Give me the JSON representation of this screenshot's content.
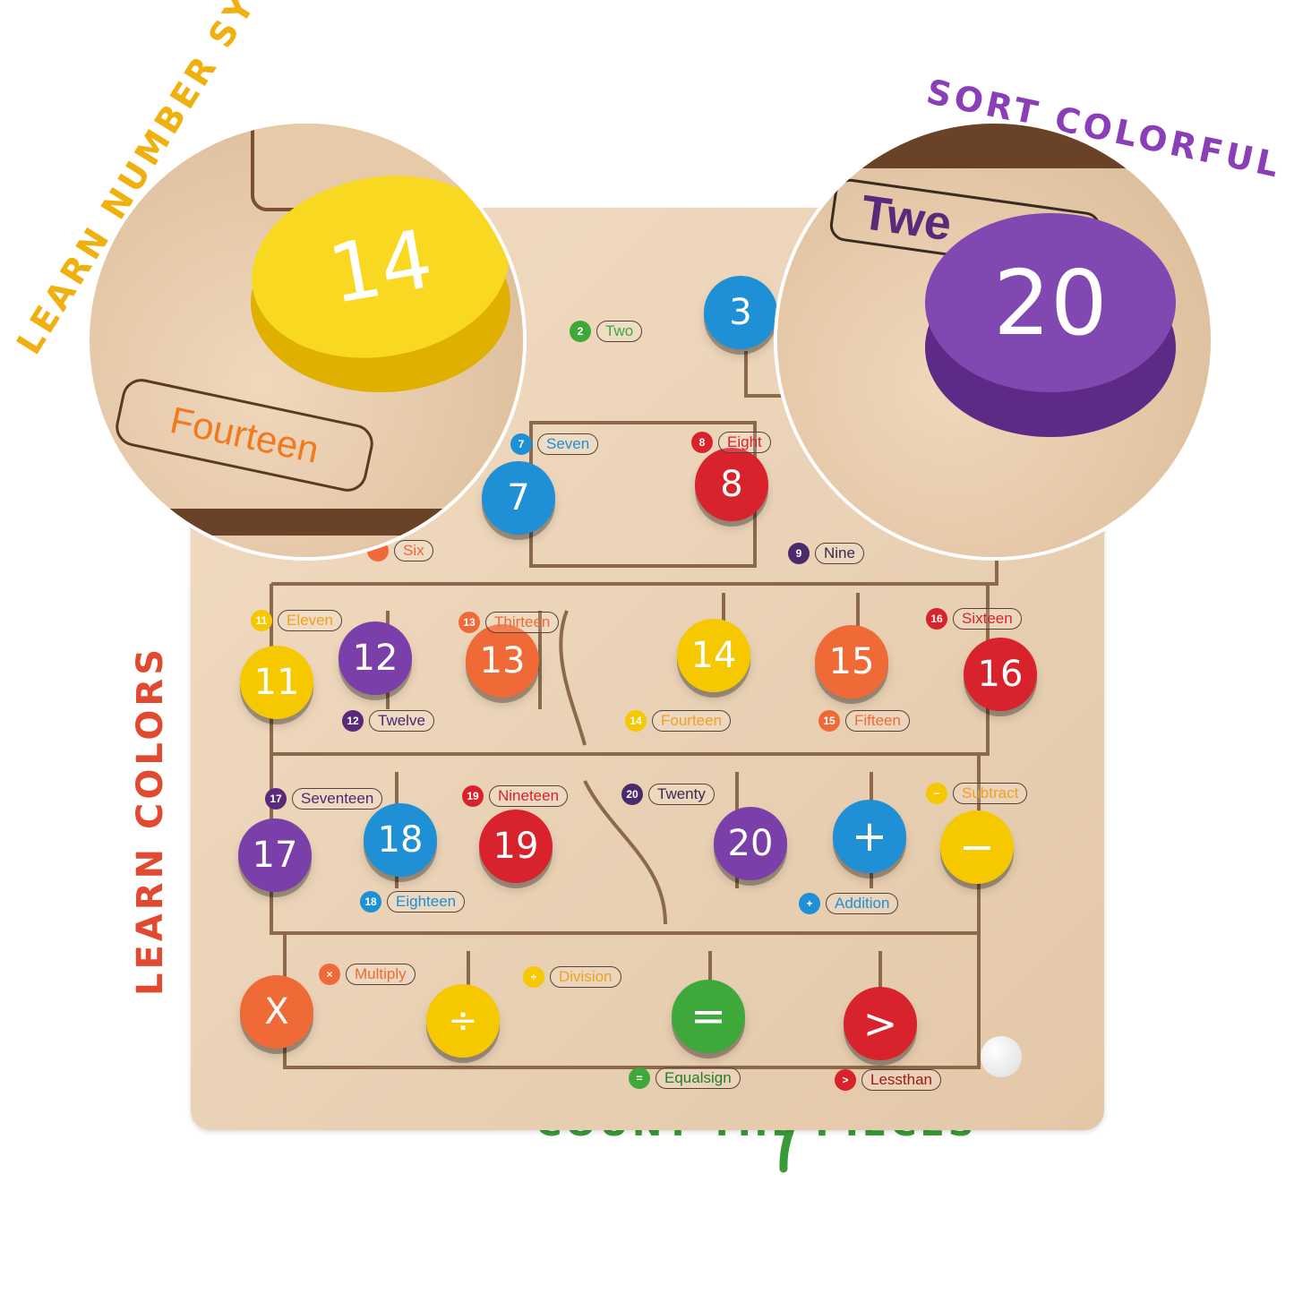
{
  "callouts": {
    "top_left": "Learn number symbols",
    "top_right": "Sort colorful rings",
    "left": "Learn colors",
    "bottom": "Count the pieces"
  },
  "colors": {
    "yellow": "#f5c800",
    "purple": "#7a3fa8",
    "blue": "#1f8fd6",
    "red": "#d8222c",
    "orange": "#f06a38",
    "green": "#3ea83a",
    "callout_yellow": "#f0b010",
    "callout_purple": "#8a3fb8",
    "callout_red": "#e04a30",
    "callout_green": "#3a9a38"
  },
  "zoom_left": {
    "number": "14",
    "word": "Fourteen"
  },
  "zoom_right": {
    "number": "20",
    "word": "Twe"
  },
  "discs": [
    {
      "id": "3",
      "text": "3",
      "color": "blue"
    },
    {
      "id": "7",
      "text": "7",
      "color": "blue"
    },
    {
      "id": "8",
      "text": "8",
      "color": "red"
    },
    {
      "id": "11",
      "text": "11",
      "color": "yellow"
    },
    {
      "id": "12",
      "text": "12",
      "color": "purple"
    },
    {
      "id": "13",
      "text": "13",
      "color": "orange"
    },
    {
      "id": "14",
      "text": "14",
      "color": "yellow"
    },
    {
      "id": "15",
      "text": "15",
      "color": "orange"
    },
    {
      "id": "16",
      "text": "16",
      "color": "red"
    },
    {
      "id": "17",
      "text": "17",
      "color": "purple"
    },
    {
      "id": "18",
      "text": "18",
      "color": "blue"
    },
    {
      "id": "19",
      "text": "19",
      "color": "red"
    },
    {
      "id": "20",
      "text": "20",
      "color": "purple"
    },
    {
      "id": "plus",
      "text": "+",
      "color": "blue"
    },
    {
      "id": "minus",
      "text": "−",
      "color": "yellow"
    },
    {
      "id": "times",
      "text": "X",
      "color": "orange"
    },
    {
      "id": "divide",
      "text": "÷",
      "color": "yellow"
    },
    {
      "id": "equals",
      "text": "=",
      "color": "green"
    },
    {
      "id": "greater",
      "text": ">",
      "color": "red"
    }
  ],
  "labels": [
    {
      "id": "two",
      "badge": "2",
      "word": "Two",
      "color": "green"
    },
    {
      "id": "seven",
      "badge": "7",
      "word": "Seven",
      "color": "blue"
    },
    {
      "id": "eight",
      "badge": "8",
      "word": "Eight",
      "color": "red"
    },
    {
      "id": "six",
      "badge": "",
      "word": "Six",
      "color": "orange"
    },
    {
      "id": "nine",
      "badge": "9",
      "word": "Nine",
      "color": "purple"
    },
    {
      "id": "eleven",
      "badge": "11",
      "word": "Eleven",
      "color": "yellow"
    },
    {
      "id": "thirteen",
      "badge": "13",
      "word": "Thirteen",
      "color": "orange"
    },
    {
      "id": "sixteen",
      "badge": "16",
      "word": "Sixteen",
      "color": "red"
    },
    {
      "id": "twelve",
      "badge": "12",
      "word": "Twelve",
      "color": "purple"
    },
    {
      "id": "fourteen",
      "badge": "14",
      "word": "Fourteen",
      "color": "yellow"
    },
    {
      "id": "fifteen",
      "badge": "15",
      "word": "Fifteen",
      "color": "orange"
    },
    {
      "id": "seventeen",
      "badge": "17",
      "word": "Seventeen",
      "color": "purple"
    },
    {
      "id": "nineteen",
      "badge": "19",
      "word": "Nineteen",
      "color": "red"
    },
    {
      "id": "twenty",
      "badge": "20",
      "word": "Twenty",
      "color": "purple"
    },
    {
      "id": "subtract",
      "badge": "−",
      "word": "Subtract",
      "color": "yellow"
    },
    {
      "id": "eighteen",
      "badge": "18",
      "word": "Eighteen",
      "color": "blue"
    },
    {
      "id": "addition",
      "badge": "+",
      "word": "Addition",
      "color": "blue"
    },
    {
      "id": "multiply",
      "badge": "×",
      "word": "Multiply",
      "color": "orange"
    },
    {
      "id": "division",
      "badge": "÷",
      "word": "Division",
      "color": "yellow"
    },
    {
      "id": "equalsign",
      "badge": "=",
      "word": "Equalsign",
      "color": "green"
    },
    {
      "id": "lessthan",
      "badge": ">",
      "word": "Lessthan",
      "color": "red"
    }
  ]
}
